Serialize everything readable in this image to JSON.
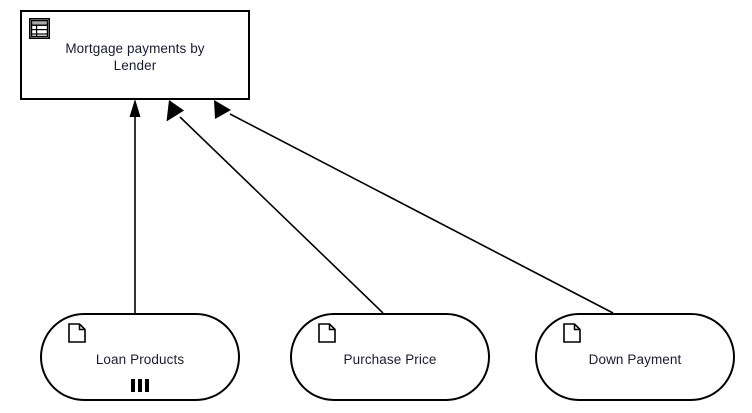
{
  "diagram": {
    "type": "data-lineage-diagram",
    "background_color": "#ffffff",
    "stroke_color": "#000000",
    "text_color": "#1b1b2f",
    "target": {
      "label": "Mortgage payments by\nLender",
      "shape": "rectangle",
      "icon": "table-icon"
    },
    "sources": [
      {
        "label": "Loan Products",
        "shape": "stadium",
        "icon": "document-icon",
        "marker": "multi-instance-bars",
        "marker_count": 3
      },
      {
        "label": "Purchase Price",
        "shape": "stadium",
        "icon": "document-icon",
        "marker": null,
        "marker_count": 0
      },
      {
        "label": "Down Payment",
        "shape": "stadium",
        "icon": "document-icon",
        "marker": null,
        "marker_count": 0
      }
    ],
    "edges": [
      {
        "from": "Loan Products",
        "to": "Mortgage payments by Lender",
        "arrow": "filled-triangle"
      },
      {
        "from": "Purchase Price",
        "to": "Mortgage payments by Lender",
        "arrow": "filled-triangle"
      },
      {
        "from": "Down Payment",
        "to": "Mortgage payments by Lender",
        "arrow": "filled-triangle"
      }
    ]
  }
}
